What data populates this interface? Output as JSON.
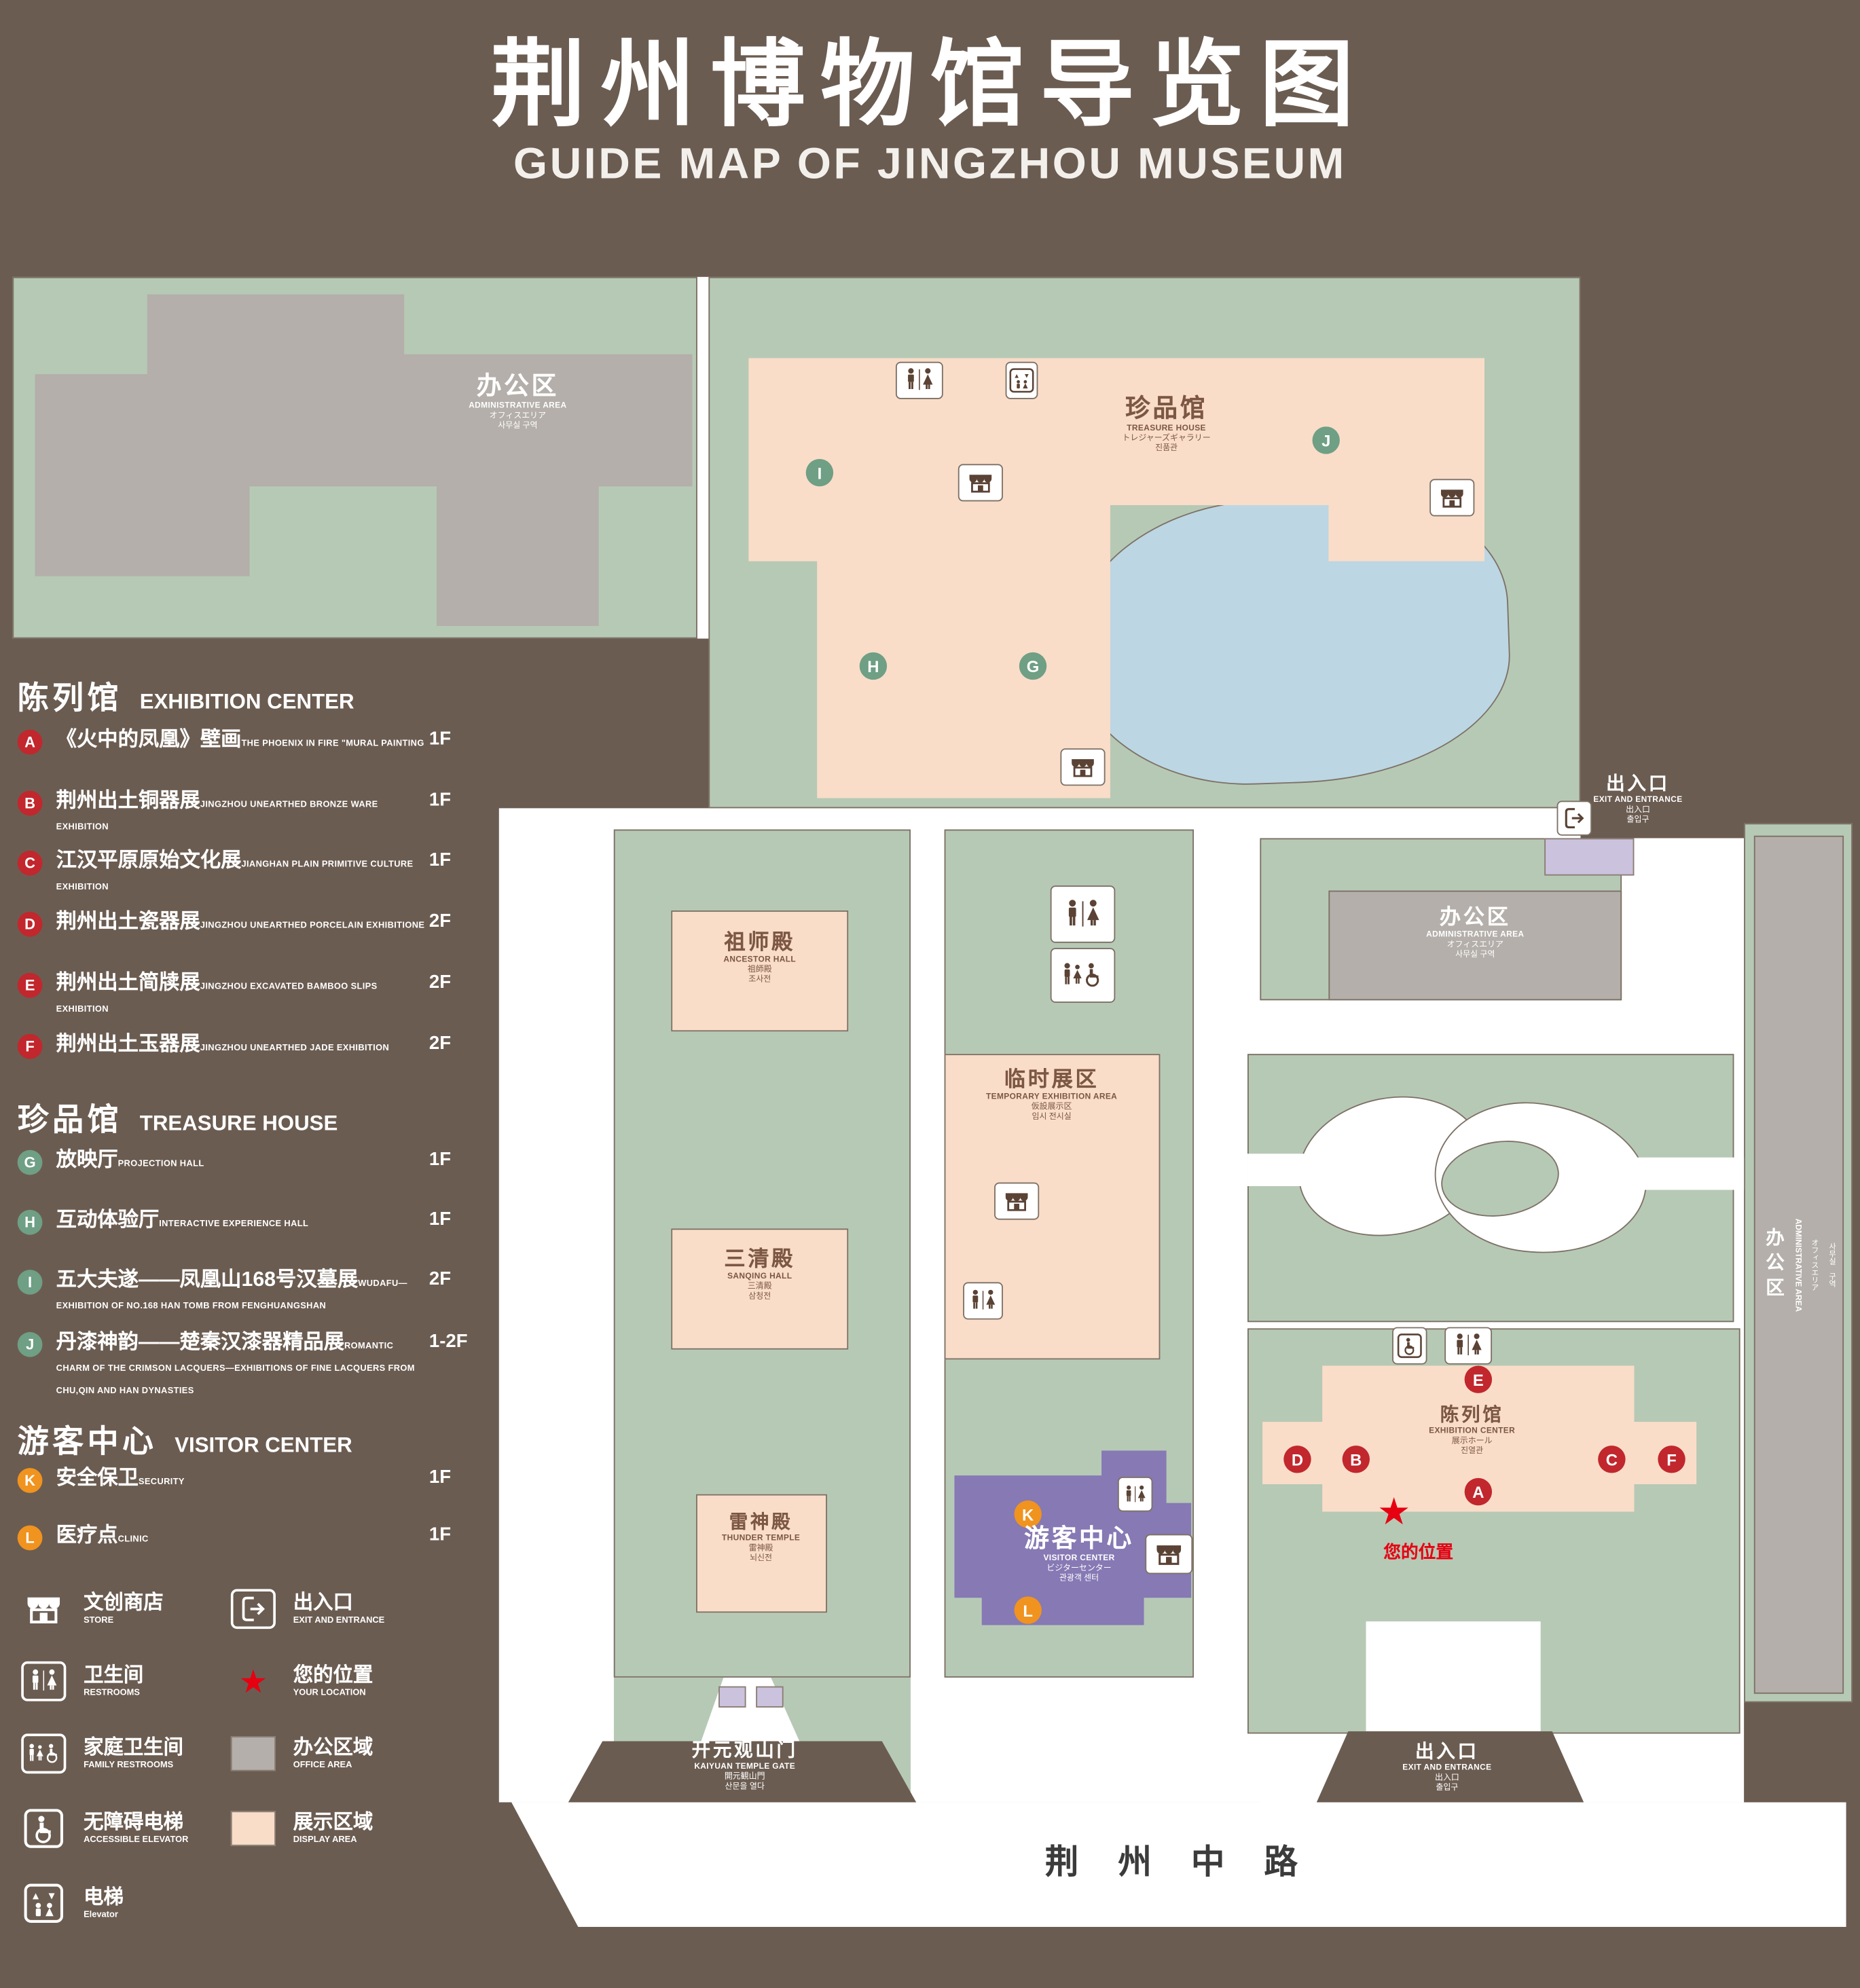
{
  "title": {
    "zh": "荆州博物馆导览图",
    "en": "GUIDE MAP OF JINGZHOU MUSEUM"
  },
  "icons": {
    "location_star": "★"
  },
  "colors": {
    "background": "#6b5c51",
    "grounds": "#b6c9b5",
    "display_area": "#f9ddc8",
    "office_area": "#b4afaa",
    "visitor_center": "#8679b4",
    "entrance": "#cbc2de",
    "pond": "#bcd6e3",
    "marker_red": "#c1272d",
    "marker_green": "#6f9f84",
    "marker_orange": "#f0931f",
    "location_red": "#e60012"
  },
  "legend": {
    "sections": [
      {
        "zh": "陈列馆",
        "en": "EXHIBITION CENTER",
        "items": [
          {
            "letter": "A",
            "zh": "《火中的凤凰》壁画",
            "en": "THE PHOENIX IN FIRE \"MURAL PAINTING",
            "floor": "1F"
          },
          {
            "letter": "B",
            "zh": "荆州出土铜器展",
            "en": "JINGZHOU UNEARTHED BRONZE WARE EXHIBITION",
            "floor": "1F"
          },
          {
            "letter": "C",
            "zh": "江汉平原原始文化展",
            "en": "JIANGHAN PLAIN PRIMITIVE CULTURE EXHIBITION",
            "floor": "1F"
          },
          {
            "letter": "D",
            "zh": "荆州出土瓷器展",
            "en": "JINGZHOU UNEARTHED PORCELAIN EXHIBITIONE",
            "floor": "2F"
          },
          {
            "letter": "E",
            "zh": "荆州出土简牍展",
            "en": "JINGZHOU EXCAVATED BAMBOO SLIPS EXHIBITION",
            "floor": "2F"
          },
          {
            "letter": "F",
            "zh": "荆州出土玉器展",
            "en": "JINGZHOU UNEARTHED JADE EXHIBITION",
            "floor": "2F"
          }
        ]
      },
      {
        "zh": "珍品馆",
        "en": "TREASURE HOUSE",
        "items": [
          {
            "letter": "G",
            "zh": "放映厅",
            "en": "PROJECTION HALL",
            "floor": "1F"
          },
          {
            "letter": "H",
            "zh": "互动体验厅",
            "en": "INTERACTIVE EXPERIENCE HALL",
            "floor": "1F"
          },
          {
            "letter": "I",
            "zh": "五大夫遂——凤凰山168号汉墓展",
            "en": "WUDAFU—EXHIBITION OF NO.168 HAN TOMB FROM FENGHUANGSHAN",
            "floor": "2F"
          },
          {
            "letter": "J",
            "zh": "丹漆神韵——楚秦汉漆器精品展",
            "en": "ROMANTIC CHARM OF THE CRIMSON LACQUERS—EXHIBITIONS OF FINE LACQUERS FROM CHU,QIN AND HAN DYNASTIES",
            "floor": "1-2F"
          }
        ]
      },
      {
        "zh": "游客中心",
        "en": "VISITOR CENTER",
        "items": [
          {
            "letter": "K",
            "zh": "安全保卫",
            "en": "SECURITY",
            "floor": "1F"
          },
          {
            "letter": "L",
            "zh": "医疗点",
            "en": "CLINIC",
            "floor": "1F"
          }
        ]
      }
    ],
    "symbols": [
      {
        "icon": "store-icon",
        "zh": "文创商店",
        "en": "STORE"
      },
      {
        "icon": "exit-icon",
        "zh": "出入口",
        "en": "EXIT AND ENTRANCE"
      },
      {
        "icon": "restroom-icon",
        "zh": "卫生间",
        "en": "RESTROOMS"
      },
      {
        "icon": "location-star-icon",
        "zh": "您的位置",
        "en": "YOUR LOCATION"
      },
      {
        "icon": "family-restroom-icon",
        "zh": "家庭卫生间",
        "en": "FAMILY RESTROOMS"
      },
      {
        "icon": "office-area-swatch",
        "zh": "办公区域",
        "en": "OFFICE AREA"
      },
      {
        "icon": "accessible-elevator-icon",
        "zh": "无障碍电梯",
        "en": "ACCESSIBLE ELEVATOR"
      },
      {
        "icon": "display-area-swatch",
        "zh": "展示区域",
        "en": "DISPLAY AREA"
      },
      {
        "icon": "elevator-icon",
        "zh": "电梯",
        "en": "Elevator"
      }
    ]
  },
  "map": {
    "labels": {
      "admin": {
        "zh": "办公区",
        "en": "ADMINISTRATIVE AREA",
        "ja": "オフィスエリア",
        "ko": "사무실 구역"
      },
      "treasure": {
        "zh": "珍品馆",
        "en": "TREASURE HOUSE",
        "ja": "トレジャーズギャラリー",
        "ko": "진품관"
      },
      "ancestor": {
        "zh": "祖师殿",
        "en": "ANCESTOR HALL",
        "ja": "祖師殿",
        "ko": "조사전"
      },
      "temporary": {
        "zh": "临时展区",
        "en": "TEMPORARY EXHIBITION AREA",
        "ja": "仮設展示区",
        "ko": "임시 전시실"
      },
      "sanqing": {
        "zh": "三清殿",
        "en": "SANQING HALL",
        "ja": "三清殿",
        "ko": "삼청전"
      },
      "thunder": {
        "zh": "雷神殿",
        "en": "THUNDER TEMPLE",
        "ja": "雷神殿",
        "ko": "뇌신전"
      },
      "visitor": {
        "zh": "游客中心",
        "en": "VISITOR CENTER",
        "ja": "ビジターセンター",
        "ko": "관광객 센터"
      },
      "exhibition": {
        "zh": "陈列馆",
        "en": "EXHIBITION CENTER",
        "ja": "展示ホール",
        "ko": "진열관"
      },
      "gate": {
        "zh": "开元观山门",
        "en": "KAIYUAN TEMPLE GATE",
        "ja": "開元観山門",
        "ko": "산문을 열다"
      },
      "exit": {
        "zh": "出入口",
        "en": "EXIT AND ENTRANCE",
        "ja": "出入口",
        "ko": "출입구"
      },
      "road": "荆 州 中 路",
      "you_are_here": "您的位置"
    },
    "markers": {
      "a": "A",
      "b": "B",
      "c": "C",
      "d": "D",
      "e": "E",
      "f": "F",
      "g": "G",
      "h": "H",
      "i": "I",
      "j": "J",
      "k": "K",
      "l": "L"
    }
  }
}
